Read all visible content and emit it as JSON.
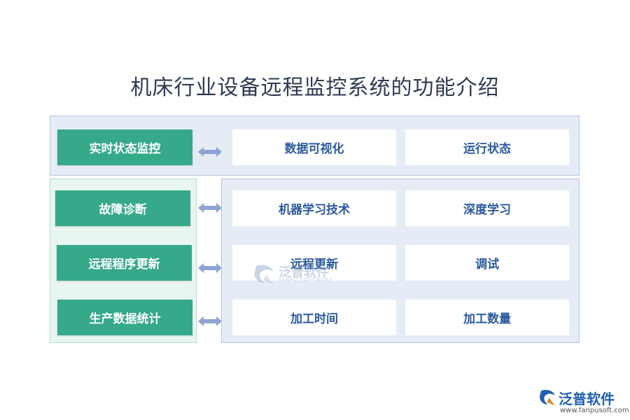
{
  "title": "机床行业设备远程监控系统的功能介绍",
  "rows": [
    {
      "category": "实时状态监控",
      "features": [
        "数据可视化",
        "运行状态"
      ]
    },
    {
      "category": "故障诊断",
      "features": [
        "机器学习技术",
        "深度学习"
      ]
    },
    {
      "category": "远程程序更新",
      "features": [
        "远程更新",
        "调试"
      ]
    },
    {
      "category": "生产数据统计",
      "features": [
        "加工时间",
        "加工数量"
      ]
    }
  ],
  "watermark": {
    "text": "泛普软件",
    "subtext": "FANPU SOFTWARE"
  },
  "logo": {
    "text": "泛普软件",
    "url": "www.fanpusoft.com"
  },
  "colors": {
    "category_bg": "#35a98a",
    "feature_text": "#2c5a9e",
    "arrow": "#8ea3d4",
    "title": "#2f3b52"
  }
}
